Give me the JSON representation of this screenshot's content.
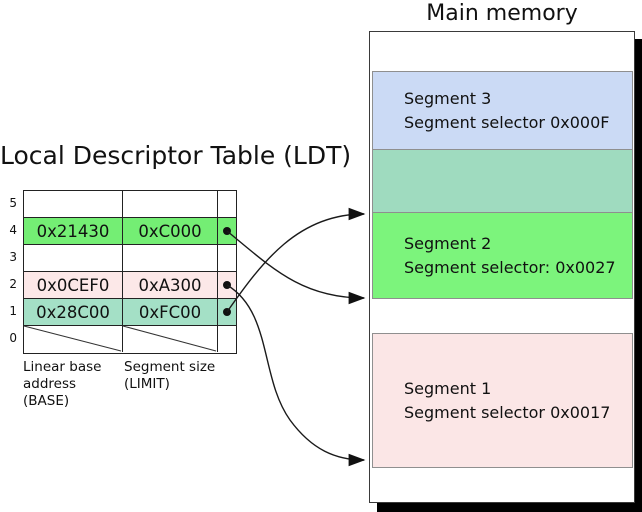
{
  "ldt": {
    "title": "Local Descriptor Table (LDT)",
    "rows": [
      {
        "number": "5",
        "base": "",
        "limit": ""
      },
      {
        "number": "4",
        "base": "0x21430",
        "limit": "0xC000"
      },
      {
        "number": "3",
        "base": "",
        "limit": ""
      },
      {
        "number": "2",
        "base": "0x0CEF0",
        "limit": "0xA300"
      },
      {
        "number": "1",
        "base": "0x28C00",
        "limit": "0xFC00"
      },
      {
        "number": "0",
        "base": "",
        "limit": ""
      }
    ],
    "base_label_lines": [
      "Linear base",
      "address",
      "(BASE)"
    ],
    "limit_label_lines": [
      "Segment size",
      "(LIMIT)"
    ]
  },
  "memory": {
    "title": "Main memory",
    "segments": [
      {
        "name": "Segment 3",
        "selector": "Segment selector 0x000F"
      },
      {
        "name": "Segment 2",
        "selector": "Segment selector: 0x0027"
      },
      {
        "name": "Segment 1",
        "selector": "Segment selector 0x0017"
      }
    ]
  },
  "mappings": [
    {
      "from_row": "4",
      "to_segment": "Segment 2"
    },
    {
      "from_row": "2",
      "to_segment": "Segment 1"
    },
    {
      "from_row": "1",
      "to_segment": "Segment 3"
    }
  ],
  "colors": {
    "row_green": "#74ee74",
    "row_pink": "#fce8e8",
    "row_teal": "#a4e0c6",
    "seg_blue": "#cbdaf5",
    "seg_overlap": "#9fdbbf",
    "seg_green": "#7cf47c",
    "seg_pink": "#fbe6e6"
  }
}
